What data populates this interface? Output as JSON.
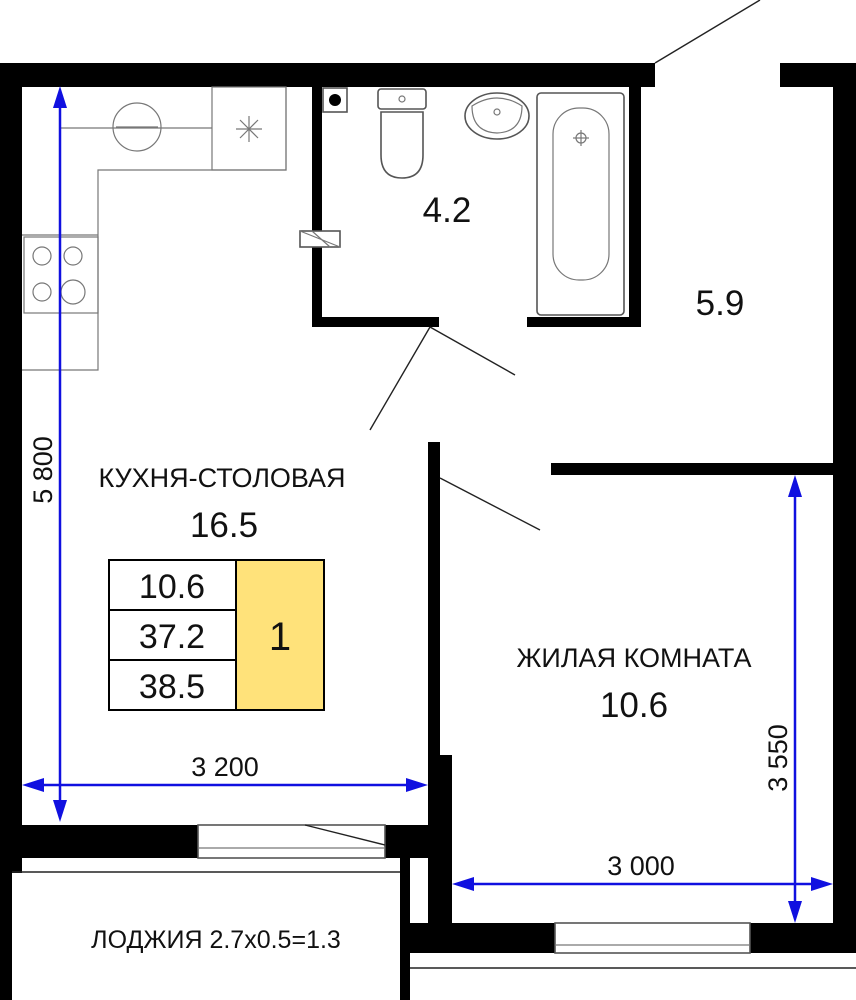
{
  "rooms": {
    "kitchen": {
      "name": "КУХНЯ-СТОЛОВАЯ",
      "area": "16.5"
    },
    "bathroom": {
      "area": "4.2"
    },
    "hall": {
      "area": "5.9"
    },
    "living": {
      "name": "ЖИЛАЯ КОМНАТА",
      "area": "10.6"
    },
    "loggia": {
      "label": "ЛОДЖИЯ 2.7x0.5=1.3"
    }
  },
  "summary_table": {
    "living_area": "10.6",
    "total_area": "37.2",
    "total_with_loggia": "38.5",
    "room_count": "1",
    "highlight_color": "#FFE27A"
  },
  "dimensions": {
    "kitchen_height": "5 800",
    "kitchen_width": "3 200",
    "living_height": "3 550",
    "living_width": "3 000"
  },
  "colors": {
    "walls": "#000000",
    "dimension_lines": "#1010E0"
  }
}
